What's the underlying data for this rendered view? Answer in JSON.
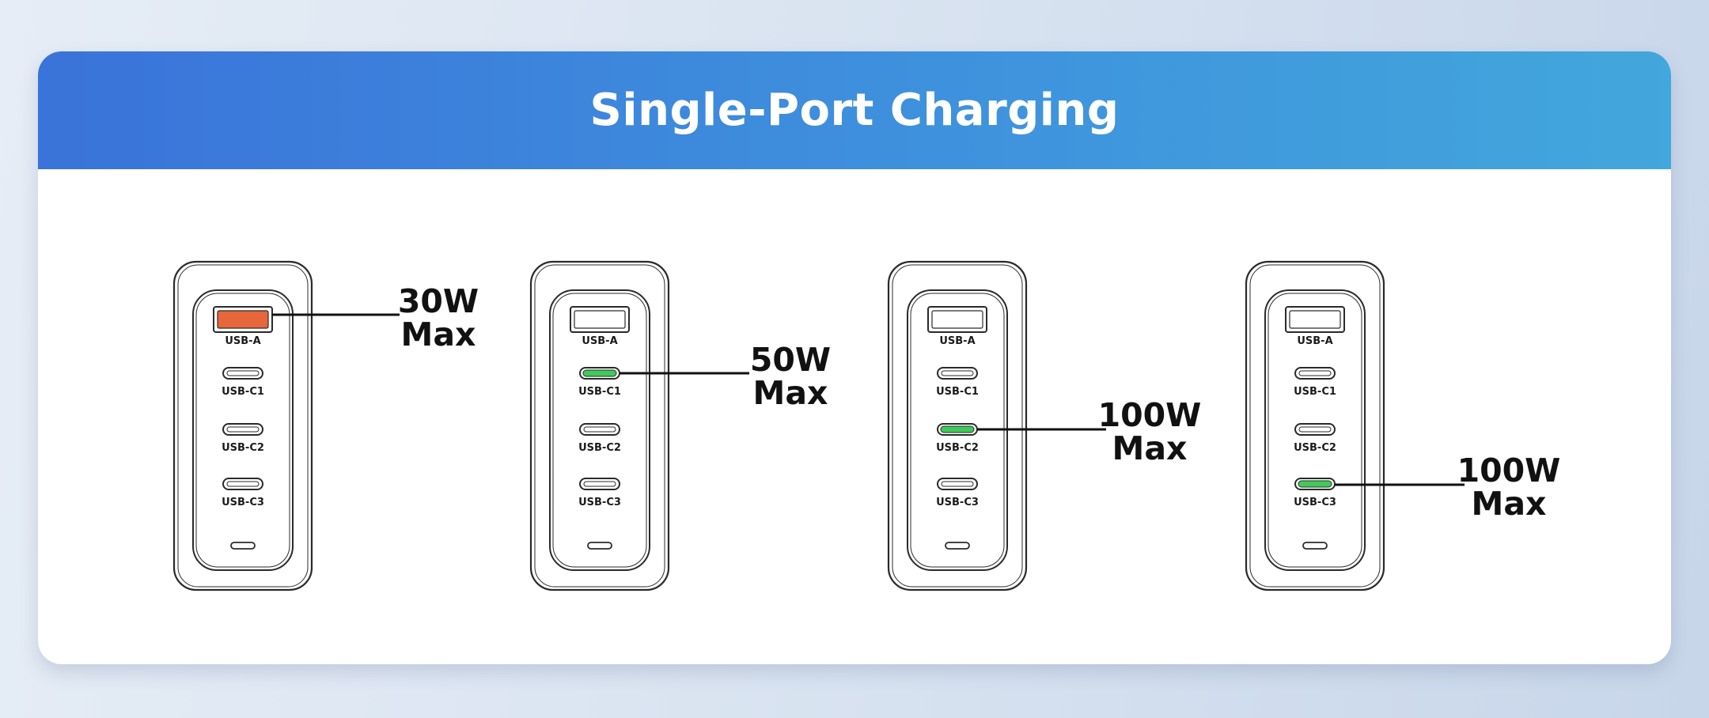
{
  "header": {
    "title": "Single-Port Charging"
  },
  "port_labels": {
    "a": "USB-A",
    "c1": "USB-C1",
    "c2": "USB-C2",
    "c3": "USB-C3"
  },
  "chargers": [
    {
      "active_port": "USB-A",
      "power": "30W",
      "suffix": "Max",
      "highlight_color": "#e8663c"
    },
    {
      "active_port": "USB-C1",
      "power": "50W",
      "suffix": "Max",
      "highlight_color": "#3fcb5a"
    },
    {
      "active_port": "USB-C2",
      "power": "100W",
      "suffix": "Max",
      "highlight_color": "#3fcb5a"
    },
    {
      "active_port": "USB-C3",
      "power": "100W",
      "suffix": "Max",
      "highlight_color": "#3fcb5a"
    }
  ],
  "colors": {
    "header_start": "#3a73d9",
    "header_end": "#42a7dc",
    "usb_a_active": "#e8663c",
    "usb_c_active": "#3fcb5a",
    "outline": "#2a2a2a"
  }
}
